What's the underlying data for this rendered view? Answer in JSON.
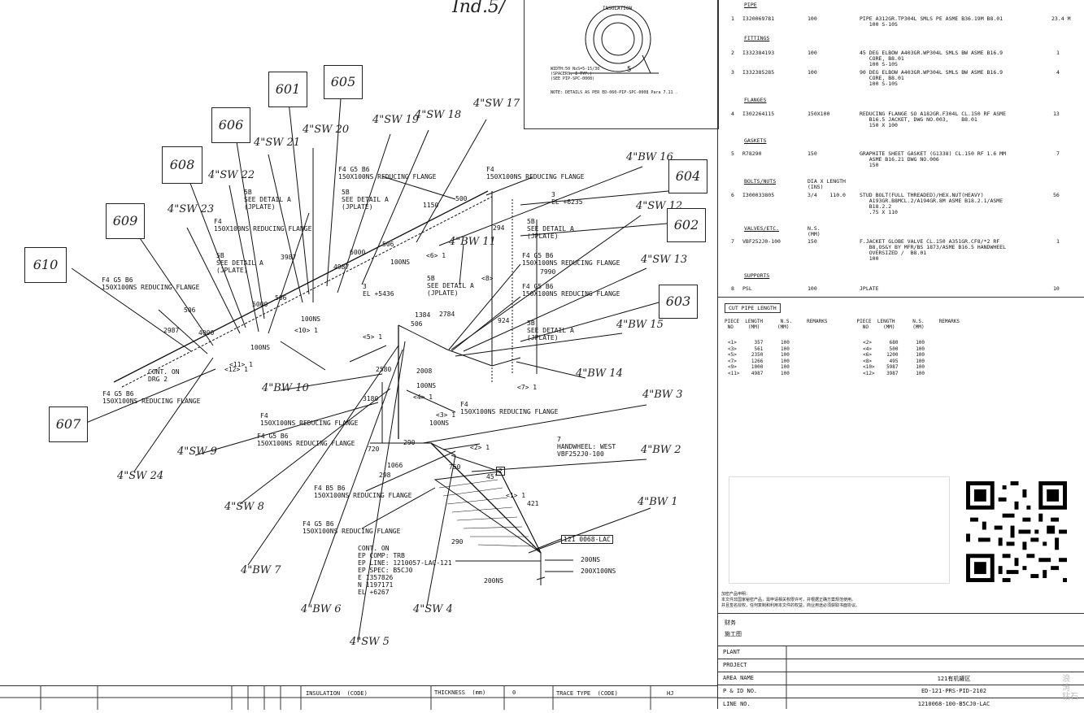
{
  "top_corner_note": "Ind.5/",
  "detail_box": {
    "insulation_label": "INSULATION",
    "scale_text": "WIDTH:50 NxS=5-15/30\n(SPACERS, I TYP.)\n(SEE PIP-SPC-0008)",
    "dim": "5",
    "note": "NOTE: DETAILS AS PER ED-060-PIP-SPC-0008 Para 7.11 ."
  },
  "tags": [
    "601",
    "605",
    "606",
    "608",
    "609",
    "610",
    "604",
    "602",
    "603",
    "607"
  ],
  "weld_marks": [
    "4\"SW 19",
    "4\"SW 18",
    "4\"SW 17",
    "4\"SW 21",
    "4\"SW 20",
    "4\"SW 22",
    "4\"SW 23",
    "4\"BW 16",
    "4\"SW 12",
    "4\"BW 11",
    "4\"SW 13",
    "4\"BW 15",
    "4\"BW 14",
    "4\"BW 10",
    "4\"BW 3",
    "4\"BW 2",
    "4\"BW 1",
    "4\"SW 9",
    "4\"SW 8",
    "4\"SW 24",
    "4\"BW 7",
    "4\"BW 6",
    "4\"SW 4",
    "4\"SW 5"
  ],
  "drawing_labels": {
    "l1": "F4 G5 B6\n150X100NS REDUCING FLANGE",
    "l2": "F4\n150X100NS REDUCING FLANGE",
    "l3": "3\nEL +6235",
    "l4": "5B\nSEE DETAIL A\n(JPLATE)",
    "l5": "F4 G5 B6\n150X100NS REDUCING FLANGE",
    "l6": "F4 G5 B6\n150X100NS REDUCING FLANGE",
    "l7": "5B\nSEE DETAIL A\n(JPLATE)",
    "l8": "F4\n150X100NS REDUCING FLANGE",
    "l9": "F4 G5 B6\n150X100NS REDUCING FLANGE",
    "l10": "5B\nSEE DETAIL A\n(JPLATE)",
    "l11": "5B\nSEE DETAIL A\n(JPLATE)",
    "l12": "3\nEL +5436",
    "l13": "5B\nSEE DETAIL A\n(JPLATE)",
    "l14": "5B\nSEE DETAIL A\n(JPLATE)",
    "l15": "CONT. ON\nDRG 2",
    "l16": "F4 G5 B6\n150X100NS REDUCING FLANGE",
    "l17": "F4\n150X100NS REDUCING FLANGE",
    "l18": "F4 G5 B6\n150X100NS REDUCING FLANGE",
    "l19": "F4\n150X100NS REDUCING FLANGE",
    "l20": "7\nHANDWHEEL: WEST\nVBF252J0-100",
    "l21": "F4 B5 B6\n150X100NS REDUCING FLANGE",
    "l22": "F4 G5 B6\n150X100NS REDUCING FLANGE",
    "l23": "121 0068-LAC",
    "l24": "CONT. ON\nEP COMP: TRB\nEP LINE: 1210057-LAC-121\nEP SPEC: B5CJ0\nE 1357826\nN 1197171\nEL +6267",
    "l25": "200NS",
    "l26": "200X100NS",
    "l27": "200NS",
    "d1": "1150",
    "d2": "500",
    "d3": "6000",
    "d4": "4987",
    "d5": "506",
    "d6": "3987",
    "d7": "100NS",
    "d8": "5000",
    "d9": "506",
    "d10": "4000",
    "d11": "506",
    "d12": "2987",
    "d13": "100NS",
    "d14": "<10> 1",
    "d15": "100NS",
    "d16": "<12> 1",
    "d17": "<11> 1",
    "d18": "<6> 1",
    "d19": "<8>",
    "d20": "<5> 1",
    "d21": "1384",
    "d22": "2784",
    "d23": "506",
    "d24": "924",
    "d25": "2008",
    "d26": "2580",
    "d27": "3180",
    "d28": "100NS",
    "d29": "<7> 1",
    "d30": "<4> 1",
    "d31": "<3> 1",
    "d32": "100NS",
    "d33": "720",
    "d34": "290",
    "d35": "<2> 1",
    "d36": "45°",
    "d37": "<1> 1",
    "d38": "421",
    "d39": "290",
    "d40": "750",
    "d41": "1066",
    "d42": "298",
    "d43": "294",
    "d44": "7990",
    "d45": "2"
  },
  "bom": {
    "sections": {
      "pipe": "PIPE",
      "fittings": "FITTINGS",
      "flanges": "FLANGES",
      "gaskets": "GASKETS",
      "bolts": "BOLTS/NUTS",
      "valves": "VALVES/ETC.",
      "supports": "SUPPORTS"
    },
    "bolts_header": "DIA X LENGTH\n(INS)",
    "valves_header": "N.S.\n(MM)",
    "rows": [
      {
        "no": "1",
        "code": "I320069781",
        "ns": "100",
        "desc": "PIPE A312GR.TP304L SMLS PE ASME B36.19M B8.01\n   100 S-10S",
        "qty": "23.4 M"
      },
      {
        "no": "2",
        "code": "I332384193",
        "ns": "100",
        "desc": "45 DEG ELBOW A403GR.WP304L SMLS BW ASME B16.9\n   CORE, B8.01\n   100 S-10S",
        "qty": "1"
      },
      {
        "no": "3",
        "code": "I332385285",
        "ns": "100",
        "desc": "90 DEG ELBOW A403GR.WP304L SMLS BW ASME B16.9\n   CORE, B8.01\n   100 S-10S",
        "qty": "4"
      },
      {
        "no": "4",
        "code": "I302264115",
        "ns": "150X100",
        "desc": "REDUCING FLANGE SO A182GR.F304L CL.150 RF ASME\n   B16.5 JACKET, DWG NO.003,    B8.01\n   150 X 100",
        "qty": "13"
      },
      {
        "no": "5",
        "code": "R78290",
        "ns": "150",
        "desc": "GRAPHITE SHEET GASKET (G1338) CL.150 RF 1.6 MM\n   ASME B16.21 DWG NO.006\n   150",
        "qty": "7"
      },
      {
        "no": "6",
        "code": "I300033805",
        "ns": "3/4    110.0",
        "desc": "STUD BOLT(FULL THREADED)/HEX.NUT(HEAVY)\n   A193GR.B8MCL.2/A194GR.8M ASME B18.2.1/ASME\n   B18.2.2\n   .75 X 110",
        "qty": "56"
      },
      {
        "no": "7",
        "code": "VBF252J0-100",
        "ns": "150",
        "desc": "F.JACKET GLOBE VALVE CL.150 A351GR.CF8/*2 RF\n   B8,OS&Y BY MFR/BS 1873/ASME B16.5 HANDWHEEL\n   OVERSIZED /  B8.01\n   100",
        "qty": "1"
      },
      {
        "no": "8",
        "code": "PSL",
        "ns": "100",
        "desc": "JPLATE",
        "qty": "10"
      }
    ]
  },
  "cut_pipe": {
    "title": "CUT PIPE LENGTH",
    "header": "PIECE  LENGTH      N.S.     REMARKS          PIECE  LENGTH      N.S.     REMARKS\n NO     (MM)      (MM)                         NO     (MM)      (MM)",
    "rows": "<1>      357      100                         <2>      680      100\n<3>      561      100                         <4>      500      100\n<5>     2350      100                         <6>     1200      100\n<7>     1266      100                         <8>      495      100\n<9>     1000      100                         <10>    5987      100\n<11>    4987      100                         <12>    3987      100"
  },
  "title_block": {
    "chinese_note": "加密产品申明：\n本文件非国家秘密产品，需申请相关权限许可，并根据正确方案规范使用。\n并且签名授权，任何复制和利用本文件的权益，商业用途必须获取书面协议。",
    "dept_label": "财务\n施工图",
    "rows": [
      {
        "key": "PLANT",
        "val": ""
      },
      {
        "key": "PROJECT",
        "val": ""
      },
      {
        "key": "AREA NAME",
        "val": "121有机罐区"
      },
      {
        "key": "P & ID NO.",
        "val": "ED-121-PRS-PID-2102"
      },
      {
        "key": "LINE NO.",
        "val": "1210068-100-B5CJ0-LAC"
      }
    ]
  },
  "bottom_strip": {
    "insulation": "INSULATION  (CODE)",
    "thickness": "THICKNESS  (mm)",
    "thickness_val": "0",
    "trace": "TRACE TYPE  (CODE)",
    "trace_val": "HJ"
  },
  "watermark": "浪\n涛\n钻石"
}
